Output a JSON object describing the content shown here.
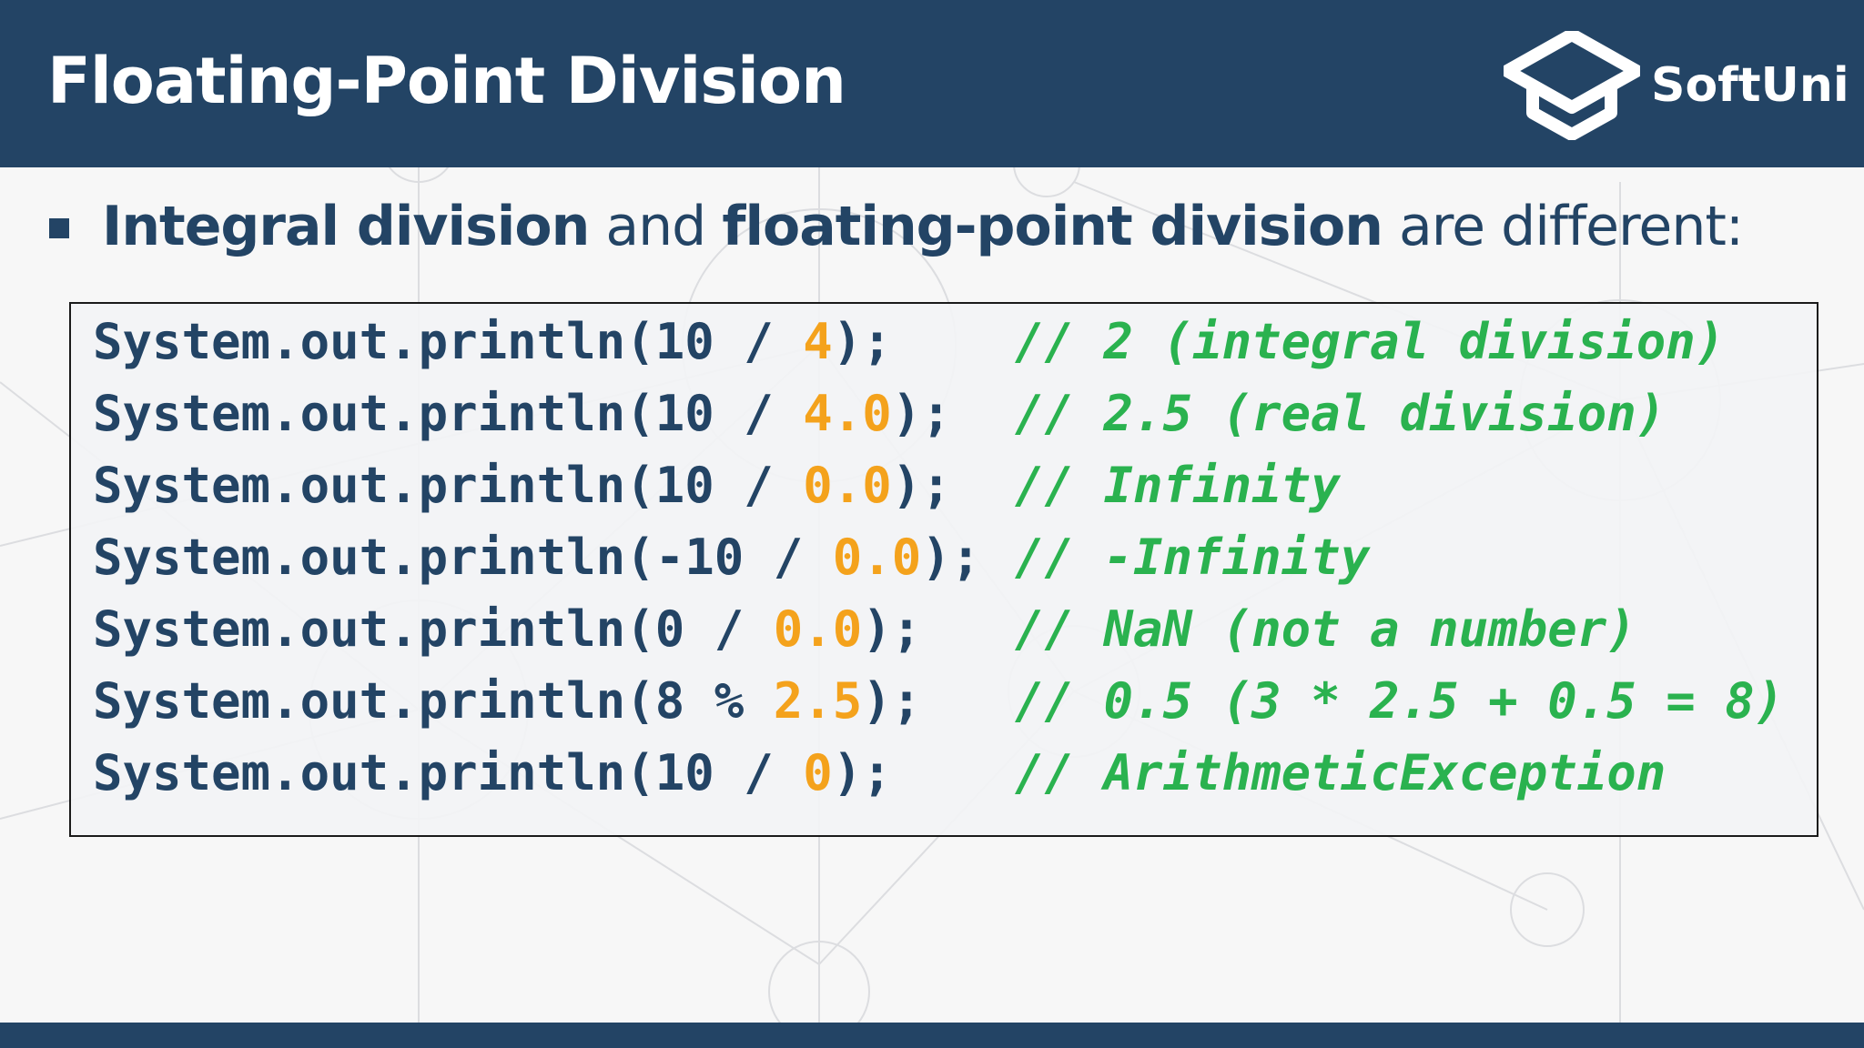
{
  "slide": {
    "title": "Floating-Point Division",
    "logo_text": "SoftUni",
    "bullet": {
      "part1": "Integral division",
      "part2": " and ",
      "part3": "floating-point division",
      "part4": " are different:"
    },
    "code_lines": [
      {
        "prefix": "System.out.println(10 / ",
        "number": "4",
        "suffix": ");",
        "comment": "// 2 (integral division)"
      },
      {
        "prefix": "System.out.println(10 / ",
        "number": "4.0",
        "suffix": ");",
        "comment": "// 2.5 (real division)"
      },
      {
        "prefix": "System.out.println(10 / ",
        "number": "0.0",
        "suffix": ");",
        "comment": "// Infinity"
      },
      {
        "prefix": "System.out.println(-10 / ",
        "number": "0.0",
        "suffix": ");",
        "comment": "// -Infinity"
      },
      {
        "prefix": "System.out.println(0 / ",
        "number": "0.0",
        "suffix": ");",
        "comment": "// NaN (not a number)"
      },
      {
        "prefix": "System.out.println(8 % ",
        "number": "2.5",
        "suffix": ");",
        "comment": "// 0.5 (3 * 2.5 + 0.5 = 8)"
      },
      {
        "prefix": "System.out.println(10 / ",
        "number": "0",
        "suffix": ");",
        "comment": "// ArithmeticException"
      }
    ]
  },
  "colors": {
    "header_bg": "#234465",
    "text_dark": "#234465",
    "number": "#f4a21c",
    "comment": "#2ab24f"
  },
  "icons": {
    "logo": "graduation-cap-icon",
    "bullet": "square-bullet-icon"
  }
}
